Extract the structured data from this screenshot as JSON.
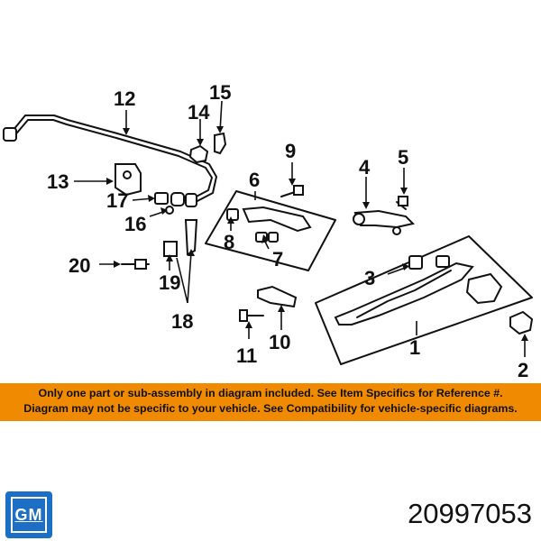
{
  "diagram": {
    "callouts": [
      "1",
      "2",
      "3",
      "4",
      "5",
      "6",
      "7",
      "8",
      "9",
      "10",
      "11",
      "12",
      "13",
      "14",
      "15",
      "16",
      "17",
      "18",
      "19",
      "20"
    ]
  },
  "banner": {
    "line1": "Only one part or sub-assembly in diagram included. See Item Specifics for Reference #.",
    "line2": "Diagram may not be specific to your vehicle. See Compatibility for vehicle-specific diagrams.",
    "color": "#f08a00"
  },
  "brand": {
    "logo": "GM",
    "color": "#1c6fc4"
  },
  "part_number": "20997053"
}
